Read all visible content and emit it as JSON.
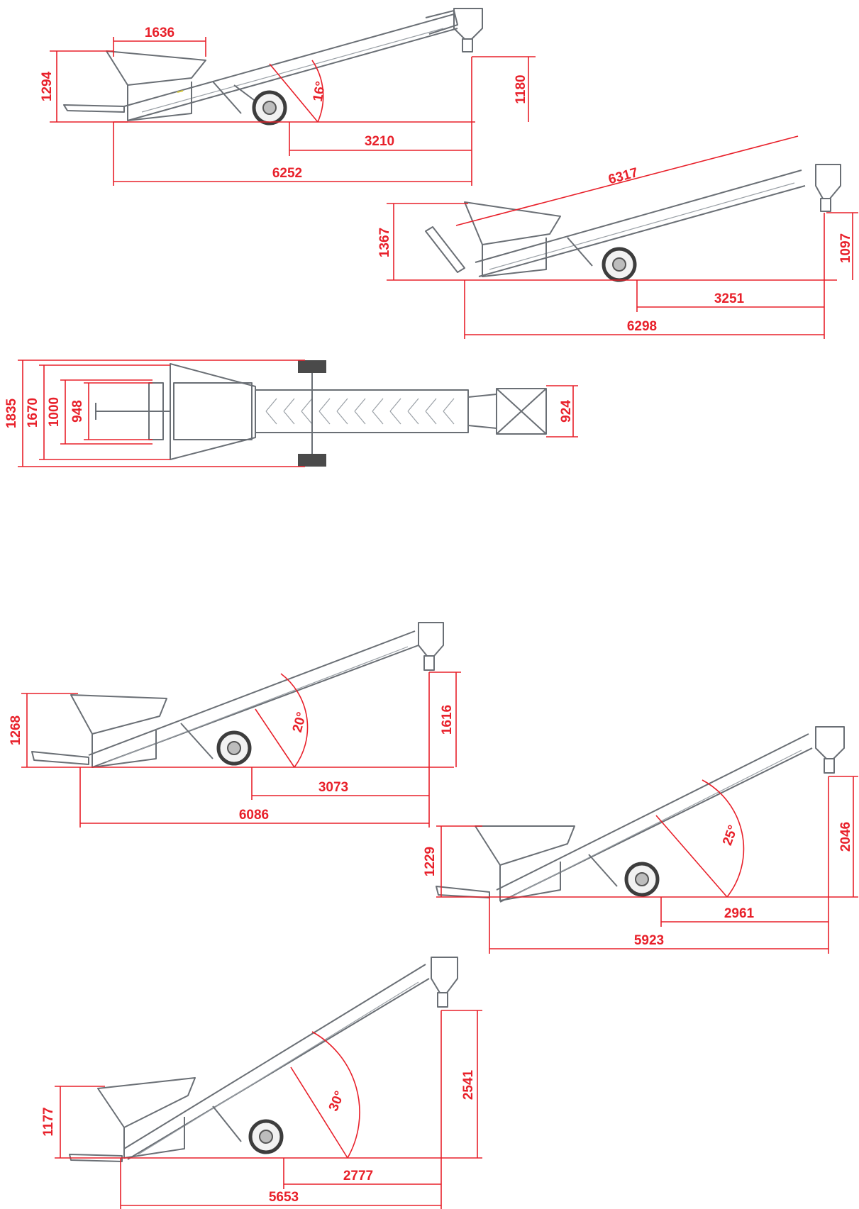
{
  "views": [
    {
      "id": "v16",
      "angle": "16°",
      "w": "1636",
      "h_left": "1294",
      "h_right": "1180",
      "d_wheel": "3210",
      "d_total": "6252"
    },
    {
      "id": "vtop",
      "diag": "6317",
      "h_left": "1367",
      "h_right": "1097",
      "d_wheel": "3251",
      "d_total": "6298"
    },
    {
      "id": "vplan",
      "w1": "1835",
      "w2": "1670",
      "w3": "1000",
      "w4": "948",
      "w_right": "924"
    },
    {
      "id": "v20",
      "angle": "20°",
      "h_left": "1268",
      "h_right": "1616",
      "d_wheel": "3073",
      "d_total": "6086"
    },
    {
      "id": "v25",
      "angle": "25°",
      "h_left": "1229",
      "h_right": "2046",
      "d_wheel": "2961",
      "d_total": "5923"
    },
    {
      "id": "v30",
      "angle": "30°",
      "h_left": "1177",
      "h_right": "2541",
      "d_wheel": "2777",
      "d_total": "5653"
    }
  ],
  "colors": {
    "dimension": "#e8202a",
    "machine": "#6a6f75",
    "accent": "#d6c93a"
  }
}
